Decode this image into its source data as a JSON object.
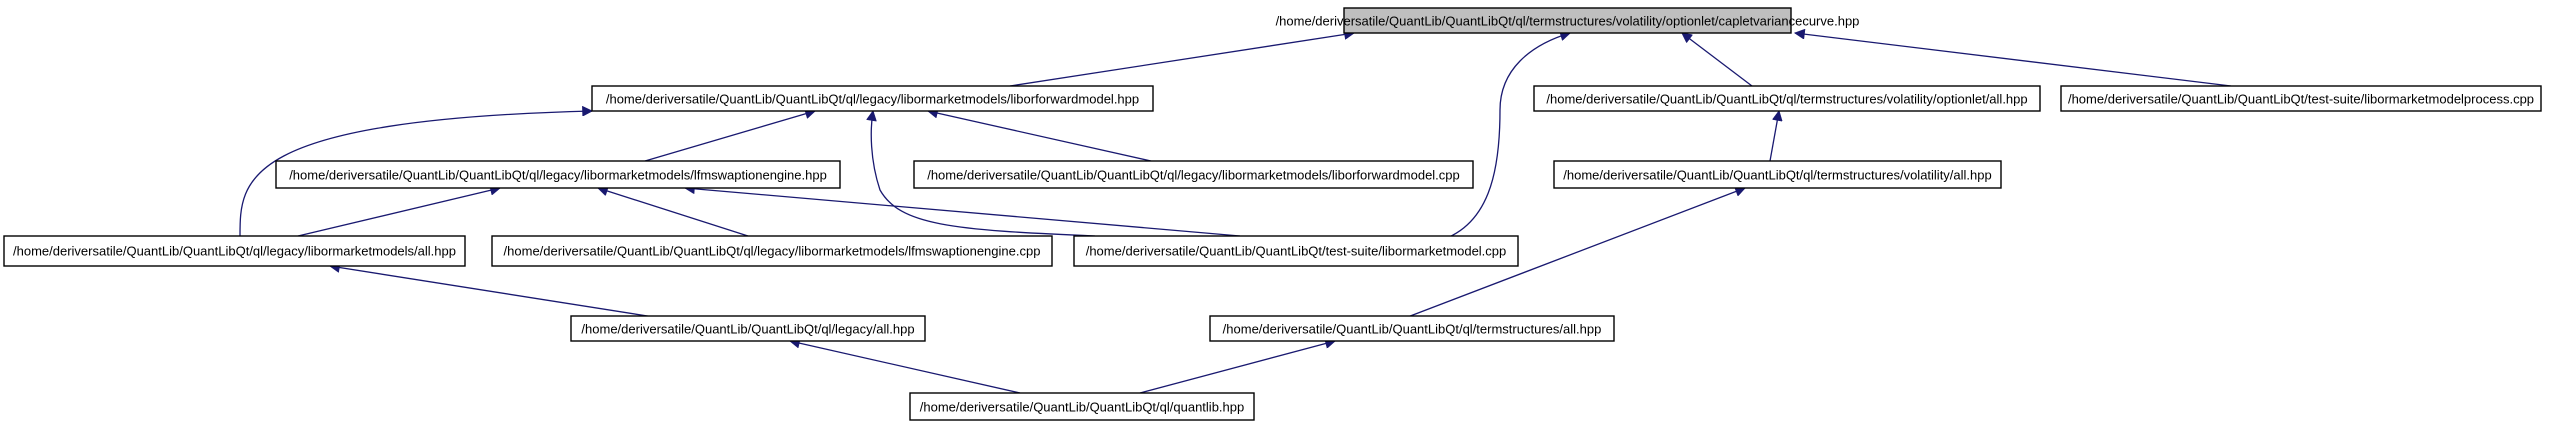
{
  "graph": {
    "edge_color": "#191970",
    "root_fill": "#bfbfbf",
    "node_fill": "#ffffff",
    "nodes": [
      {
        "id": "n0",
        "label": "/home/deriversatile/QuantLib/QuantLibQt/ql/termstructures/volatility/optionlet/capletvariancecurve.hpp",
        "root": true
      },
      {
        "id": "n1",
        "label": "/home/deriversatile/QuantLib/QuantLibQt/ql/legacy/libormarketmodels/liborforwardmodel.hpp"
      },
      {
        "id": "n2",
        "label": "/home/deriversatile/QuantLib/QuantLibQt/ql/termstructures/volatility/optionlet/all.hpp"
      },
      {
        "id": "n3",
        "label": "/home/deriversatile/QuantLib/QuantLibQt/test-suite/libormarketmodelprocess.cpp"
      },
      {
        "id": "n4",
        "label": "/home/deriversatile/QuantLib/QuantLibQt/ql/legacy/libormarketmodels/lfmswaptionengine.hpp"
      },
      {
        "id": "n5",
        "label": "/home/deriversatile/QuantLib/QuantLibQt/ql/legacy/libormarketmodels/liborforwardmodel.cpp"
      },
      {
        "id": "n6",
        "label": "/home/deriversatile/QuantLib/QuantLibQt/ql/termstructures/volatility/all.hpp"
      },
      {
        "id": "n7",
        "label": "/home/deriversatile/QuantLib/QuantLibQt/ql/legacy/libormarketmodels/all.hpp"
      },
      {
        "id": "n8",
        "label": "/home/deriversatile/QuantLib/QuantLibQt/ql/legacy/libormarketmodels/lfmswaptionengine.cpp"
      },
      {
        "id": "n9",
        "label": "/home/deriversatile/QuantLib/QuantLibQt/test-suite/libormarketmodel.cpp"
      },
      {
        "id": "n10",
        "label": "/home/deriversatile/QuantLib/QuantLibQt/ql/legacy/all.hpp"
      },
      {
        "id": "n11",
        "label": "/home/deriversatile/QuantLib/QuantLibQt/ql/termstructures/all.hpp"
      },
      {
        "id": "n12",
        "label": "/home/deriversatile/QuantLib/QuantLibQt/ql/quantlib.hpp"
      }
    ],
    "edges": [
      {
        "from": "n1",
        "to": "n0"
      },
      {
        "from": "n9",
        "to": "n0"
      },
      {
        "from": "n2",
        "to": "n0"
      },
      {
        "from": "n3",
        "to": "n0"
      },
      {
        "from": "n4",
        "to": "n1"
      },
      {
        "from": "n5",
        "to": "n1"
      },
      {
        "from": "n7",
        "to": "n1"
      },
      {
        "from": "n9",
        "to": "n1"
      },
      {
        "from": "n6",
        "to": "n2"
      },
      {
        "from": "n7",
        "to": "n4"
      },
      {
        "from": "n8",
        "to": "n4"
      },
      {
        "from": "n9",
        "to": "n4"
      },
      {
        "from": "n11",
        "to": "n6"
      },
      {
        "from": "n10",
        "to": "n7"
      },
      {
        "from": "n12",
        "to": "n10"
      },
      {
        "from": "n12",
        "to": "n11"
      }
    ]
  }
}
